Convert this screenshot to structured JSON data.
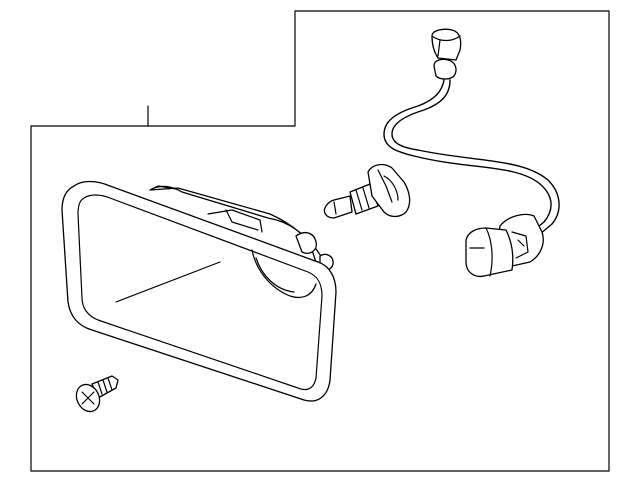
{
  "diagram": {
    "line_color": "#000000",
    "background_color": "#ffffff",
    "parts": [
      {
        "name": "fog-lamp-housing-assembly"
      },
      {
        "name": "halogen-bulb"
      },
      {
        "name": "wiring-harness-socket"
      },
      {
        "name": "mounting-screw"
      }
    ]
  }
}
